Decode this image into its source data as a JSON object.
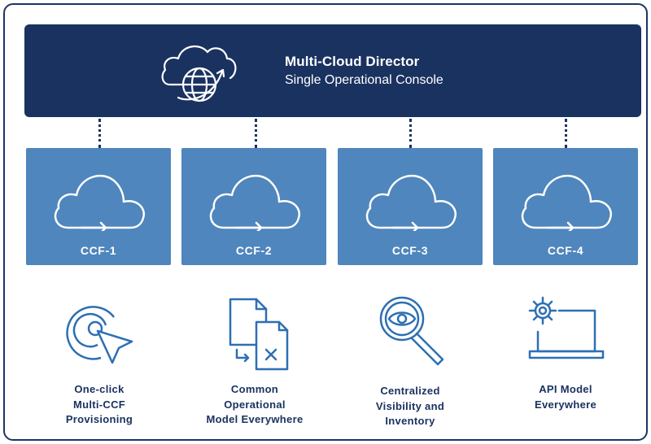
{
  "director": {
    "title": "Multi-Cloud Director",
    "subtitle": "Single Operational Console",
    "icon": "cloud-globe-icon"
  },
  "clouds": [
    {
      "label": "CCF-1",
      "icon": "cloud-arrow-icon"
    },
    {
      "label": "CCF-2",
      "icon": "cloud-arrow-icon"
    },
    {
      "label": "CCF-3",
      "icon": "cloud-arrow-icon"
    },
    {
      "label": "CCF-4",
      "icon": "cloud-arrow-icon"
    }
  ],
  "features": [
    {
      "lines": [
        "One-click",
        "Multi-CCF",
        "Provisioning"
      ],
      "icon": "target-cursor-icon"
    },
    {
      "lines": [
        "Common",
        "Operational",
        "Model Everywhere"
      ],
      "icon": "documents-icon"
    },
    {
      "lines": [
        "Centralized",
        "Visibility and",
        "Inventory"
      ],
      "icon": "magnifier-eye-icon"
    },
    {
      "lines": [
        "API Model",
        "Everywhere"
      ],
      "icon": "laptop-gear-icon"
    }
  ],
  "colors": {
    "navy": "#1a3260",
    "ccf_blue": "#4f86bd",
    "icon_blue": "#2d6fb3",
    "border": "#1d3461"
  }
}
